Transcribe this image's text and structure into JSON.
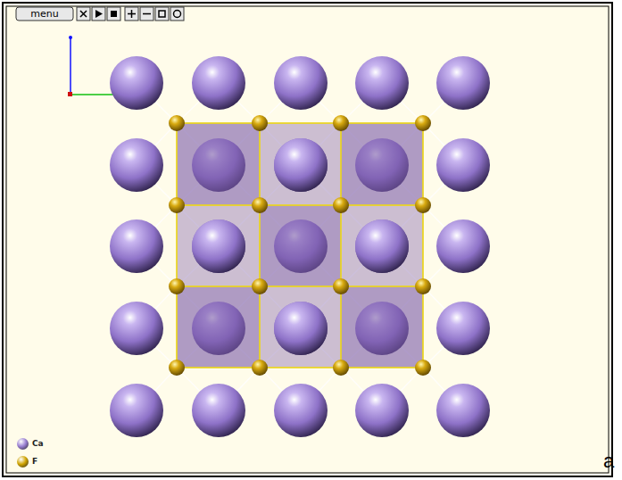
{
  "diagram": {
    "labels": [
      "menu",
      "a"
    ],
    "legend": [
      {
        "text": "Ca",
        "color": "#9a80d2"
      },
      {
        "text": "F",
        "color": "#d0a400"
      }
    ]
  }
}
